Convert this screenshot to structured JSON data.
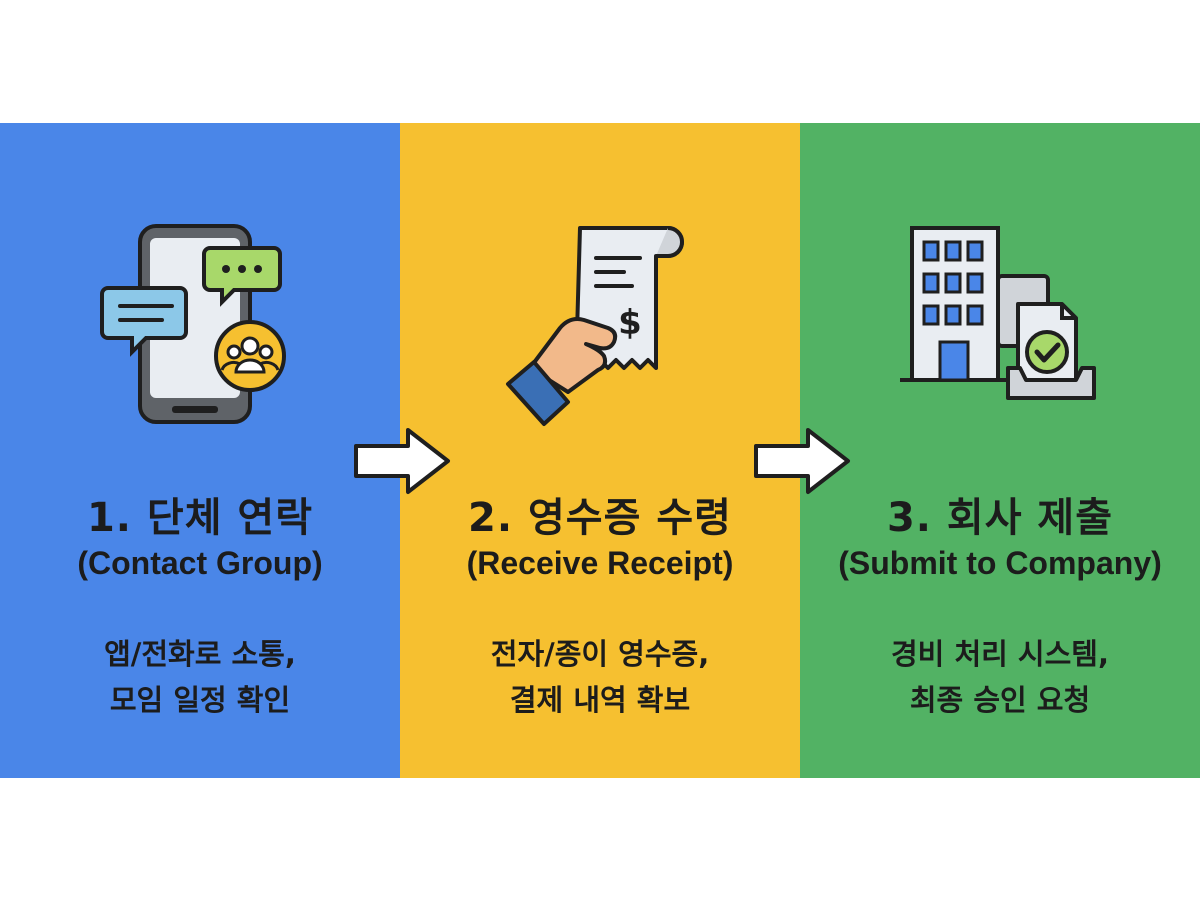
{
  "colors": {
    "panel_1": "#4a86e8",
    "panel_2": "#f6c030",
    "panel_3": "#52b264",
    "text": "#1c1c1c"
  },
  "steps": [
    {
      "title": "1. 단체 연락",
      "subtitle": "(Contact Group)",
      "desc_line1": "앱/전화로 소통,",
      "desc_line2": "모임 일정 확인",
      "icon": "smartphone-chat-group-icon"
    },
    {
      "title": "2. 영수증 수령",
      "subtitle": "(Receive Receipt)",
      "desc_line1": "전자/종이 영수증,",
      "desc_line2": "결제 내역 확보",
      "icon": "hand-holding-receipt-icon"
    },
    {
      "title": "3. 회사 제출",
      "subtitle": "(Submit to Company)",
      "desc_line1": "경비 처리 시스템,",
      "desc_line2": "최종 승인 요청",
      "icon": "office-building-document-approval-icon"
    }
  ],
  "arrows": [
    "right-arrow-icon",
    "right-arrow-icon"
  ]
}
